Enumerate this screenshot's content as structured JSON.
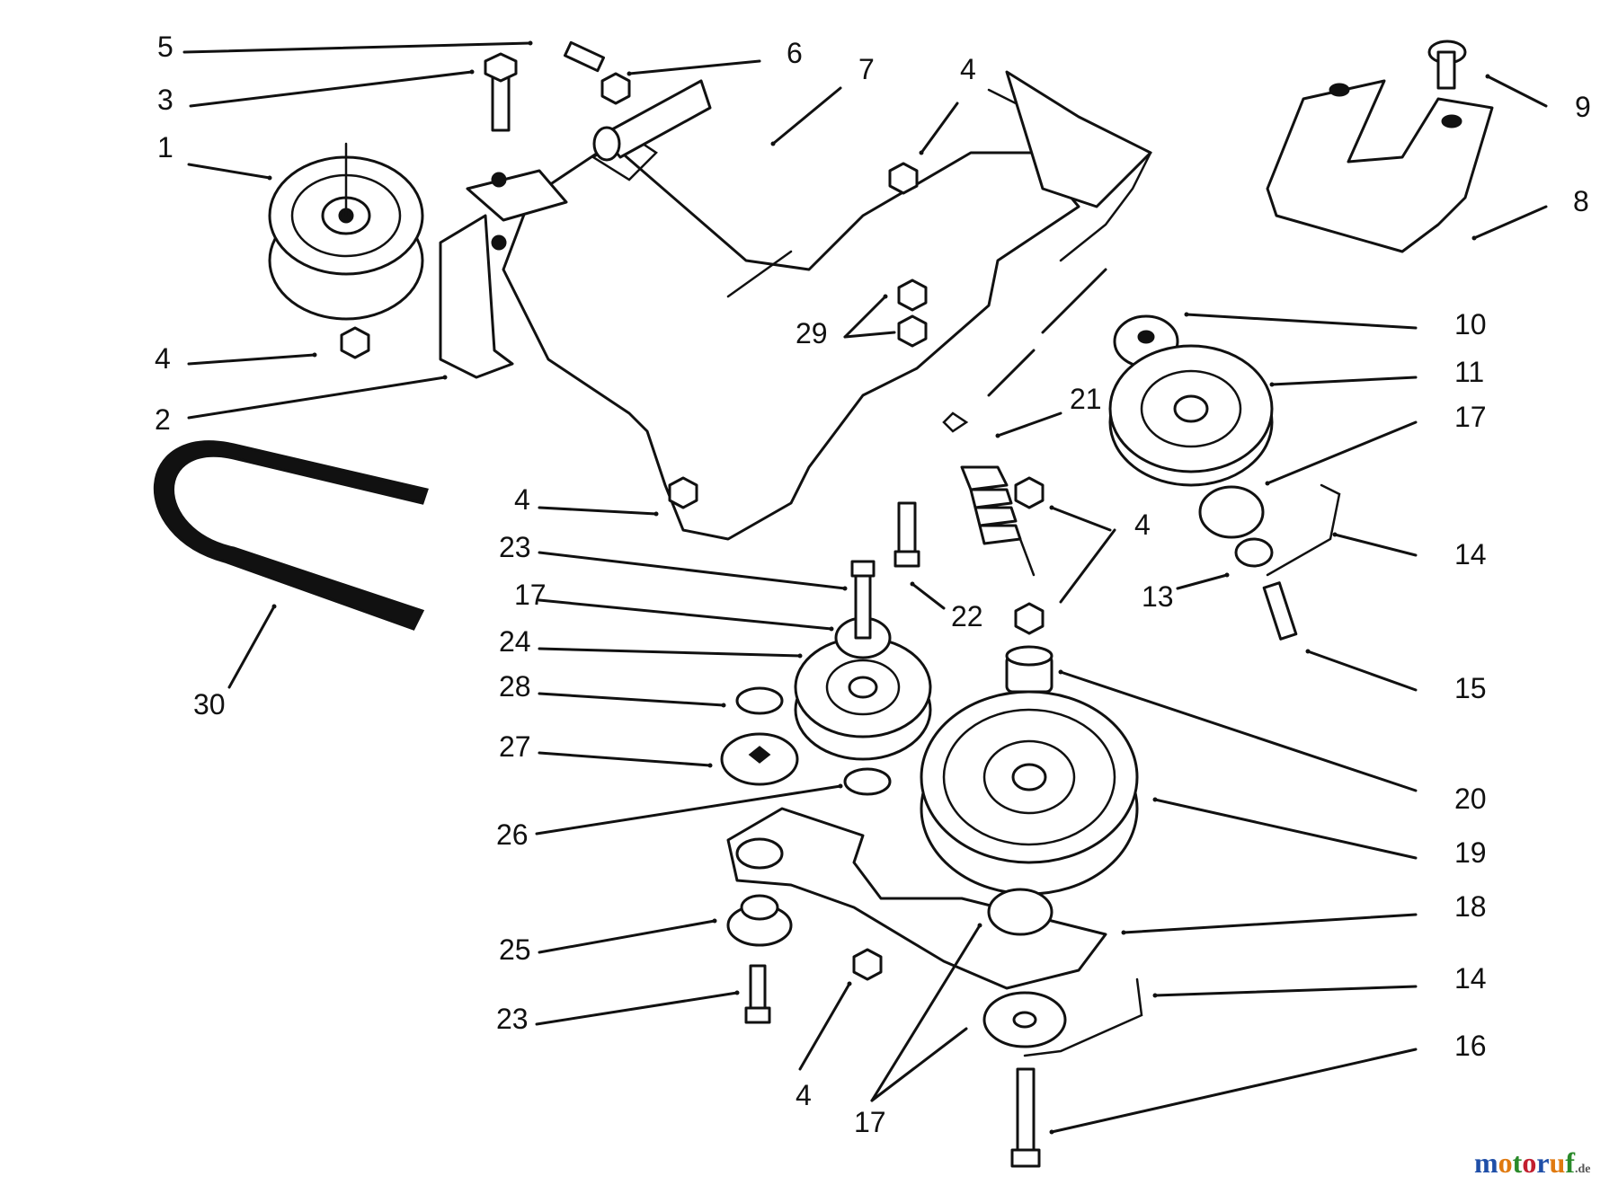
{
  "callouts": [
    {
      "id": "1",
      "text": "1"
    },
    {
      "id": "2",
      "text": "2"
    },
    {
      "id": "3",
      "text": "3"
    },
    {
      "id": "4a",
      "text": "4"
    },
    {
      "id": "4b",
      "text": "4"
    },
    {
      "id": "4c",
      "text": "4"
    },
    {
      "id": "4d",
      "text": "4"
    },
    {
      "id": "4e",
      "text": "4"
    },
    {
      "id": "5",
      "text": "5"
    },
    {
      "id": "6",
      "text": "6"
    },
    {
      "id": "7",
      "text": "7"
    },
    {
      "id": "8",
      "text": "8"
    },
    {
      "id": "9",
      "text": "9"
    },
    {
      "id": "10",
      "text": "10"
    },
    {
      "id": "11",
      "text": "11"
    },
    {
      "id": "13",
      "text": "13"
    },
    {
      "id": "14a",
      "text": "14"
    },
    {
      "id": "14b",
      "text": "14"
    },
    {
      "id": "15",
      "text": "15"
    },
    {
      "id": "16",
      "text": "16"
    },
    {
      "id": "17a",
      "text": "17"
    },
    {
      "id": "17b",
      "text": "17"
    },
    {
      "id": "17c",
      "text": "17"
    },
    {
      "id": "18",
      "text": "18"
    },
    {
      "id": "19",
      "text": "19"
    },
    {
      "id": "20",
      "text": "20"
    },
    {
      "id": "21",
      "text": "21"
    },
    {
      "id": "22",
      "text": "22"
    },
    {
      "id": "23a",
      "text": "23"
    },
    {
      "id": "23b",
      "text": "23"
    },
    {
      "id": "24",
      "text": "24"
    },
    {
      "id": "25",
      "text": "25"
    },
    {
      "id": "26",
      "text": "26"
    },
    {
      "id": "27",
      "text": "27"
    },
    {
      "id": "28",
      "text": "28"
    },
    {
      "id": "29",
      "text": "29"
    },
    {
      "id": "30",
      "text": "30"
    }
  ],
  "watermark": {
    "text_parts": [
      "m",
      "o",
      "t",
      "o",
      "r",
      "u",
      "f"
    ],
    "suffix": ".de",
    "colors": [
      "#1f4fa8",
      "#e07a10",
      "#2a8a2a",
      "#c21f2f",
      "#1f4fa8",
      "#e07a10",
      "#2a8a2a"
    ]
  },
  "colors": {
    "line": "#111111",
    "background": "#ffffff"
  }
}
